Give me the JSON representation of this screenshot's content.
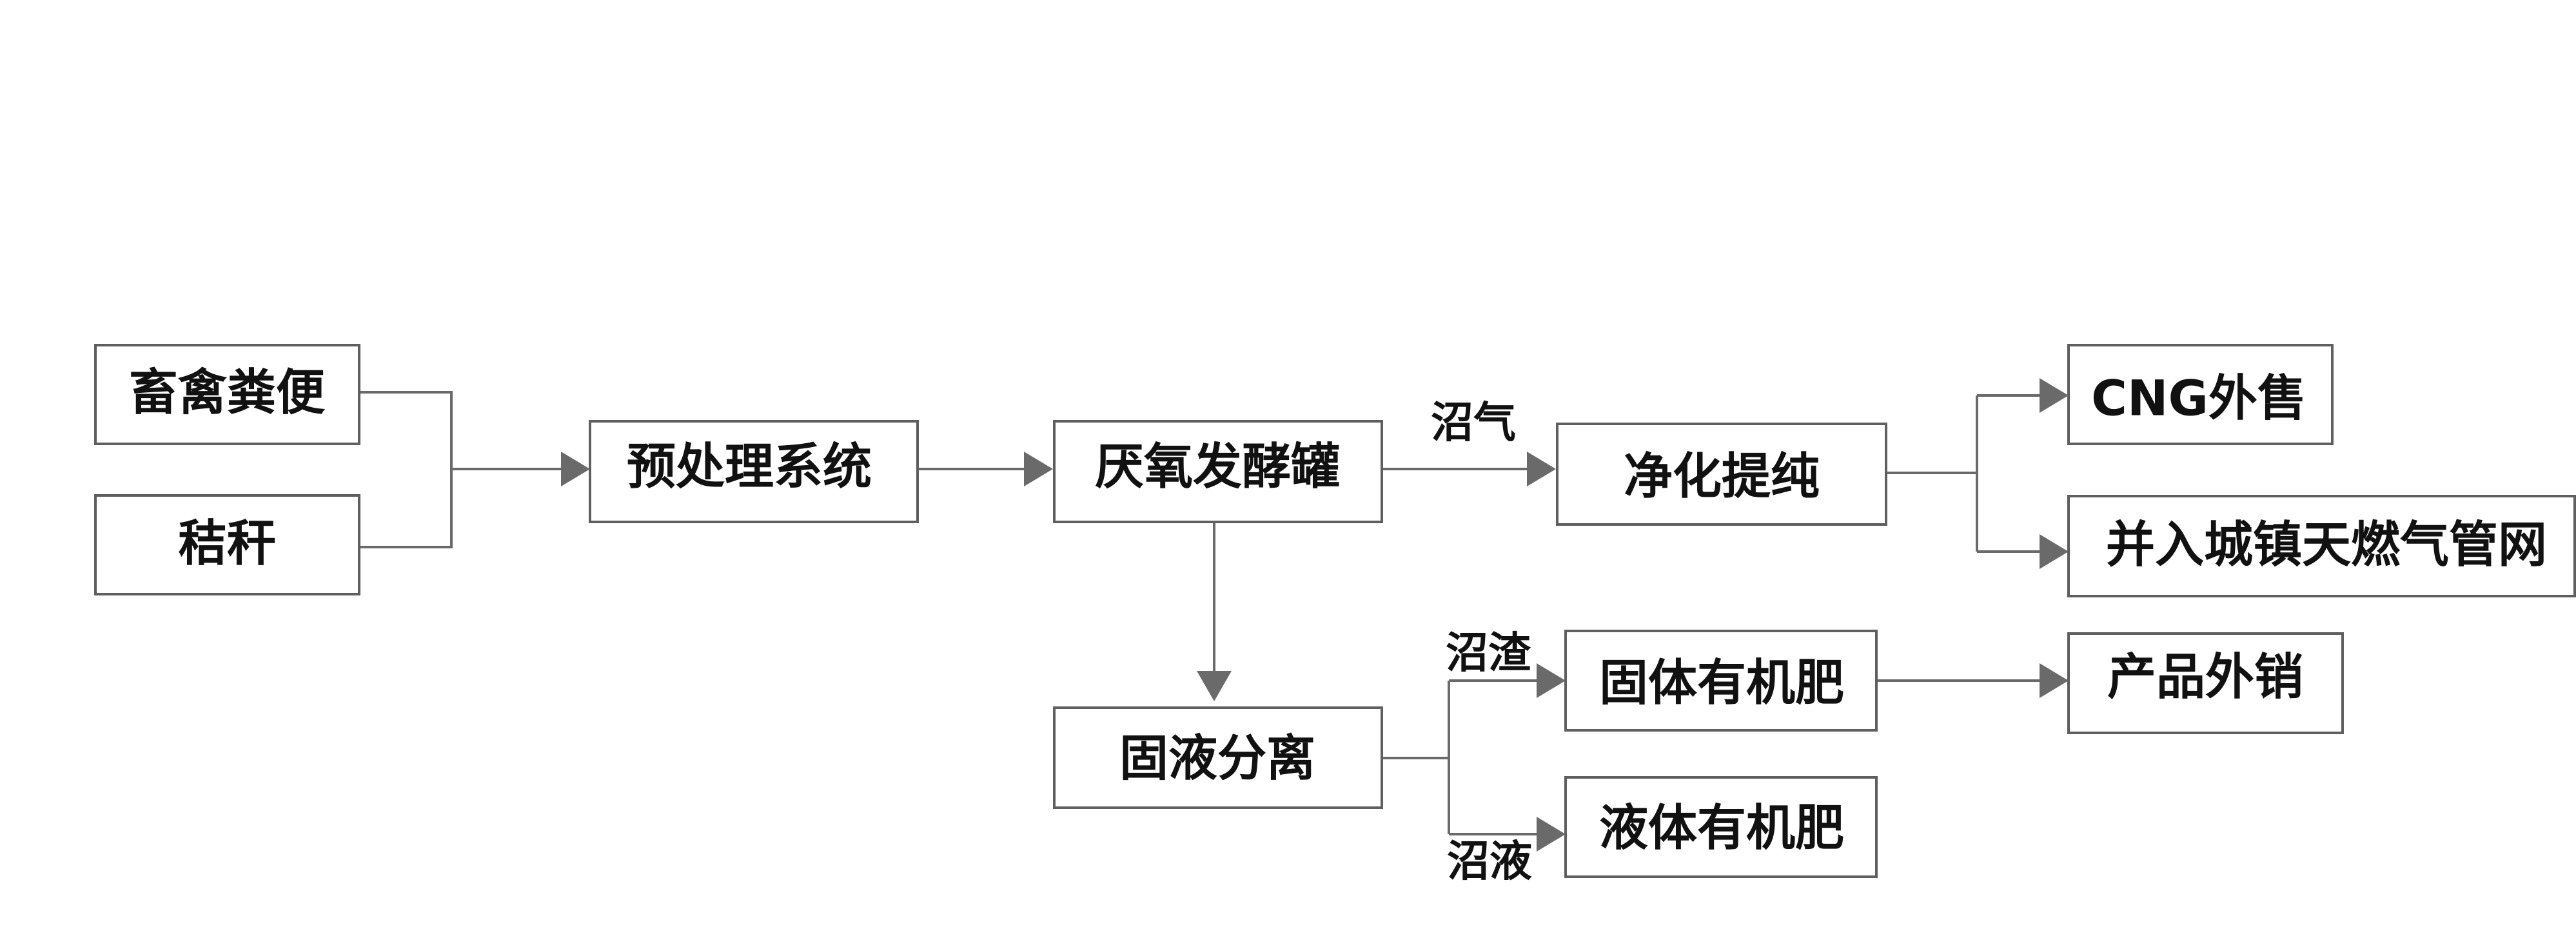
{
  "nodes": [
    {
      "id": "livestock_manure",
      "label": "畜禽粪便"
    },
    {
      "id": "straw",
      "label": "秸秆"
    },
    {
      "id": "pretreatment",
      "label": "预处理系统"
    },
    {
      "id": "anaerobic_tank",
      "label": "厌氧发酵罐"
    },
    {
      "id": "purification",
      "label": "净化提纯"
    },
    {
      "id": "cng_sales",
      "label": "CNG外售"
    },
    {
      "id": "city_gas_grid",
      "label": "并入城镇天燃气管网"
    },
    {
      "id": "solid_liquid_separation",
      "label": "固液分离"
    },
    {
      "id": "solid_fertilizer",
      "label": "固体有机肥"
    },
    {
      "id": "liquid_fertilizer",
      "label": "液体有机肥"
    },
    {
      "id": "product_sales",
      "label": "产品外销"
    }
  ],
  "edge_labels": {
    "biogas": "沼气",
    "biogas_residue": "沼渣",
    "biogas_slurry": "沼液"
  },
  "edges": [
    {
      "from": "livestock_manure",
      "to": "pretreatment"
    },
    {
      "from": "straw",
      "to": "pretreatment"
    },
    {
      "from": "pretreatment",
      "to": "anaerobic_tank"
    },
    {
      "from": "anaerobic_tank",
      "to": "purification",
      "label": "沼气"
    },
    {
      "from": "purification",
      "to": "cng_sales"
    },
    {
      "from": "purification",
      "to": "city_gas_grid"
    },
    {
      "from": "anaerobic_tank",
      "to": "solid_liquid_separation"
    },
    {
      "from": "solid_liquid_separation",
      "to": "solid_fertilizer",
      "label": "沼渣"
    },
    {
      "from": "solid_liquid_separation",
      "to": "liquid_fertilizer",
      "label": "沼液"
    },
    {
      "from": "solid_fertilizer",
      "to": "product_sales"
    }
  ],
  "colors": {
    "line": "#6a6a6a",
    "box_border": "#5f5f5f",
    "text": "#111111"
  }
}
